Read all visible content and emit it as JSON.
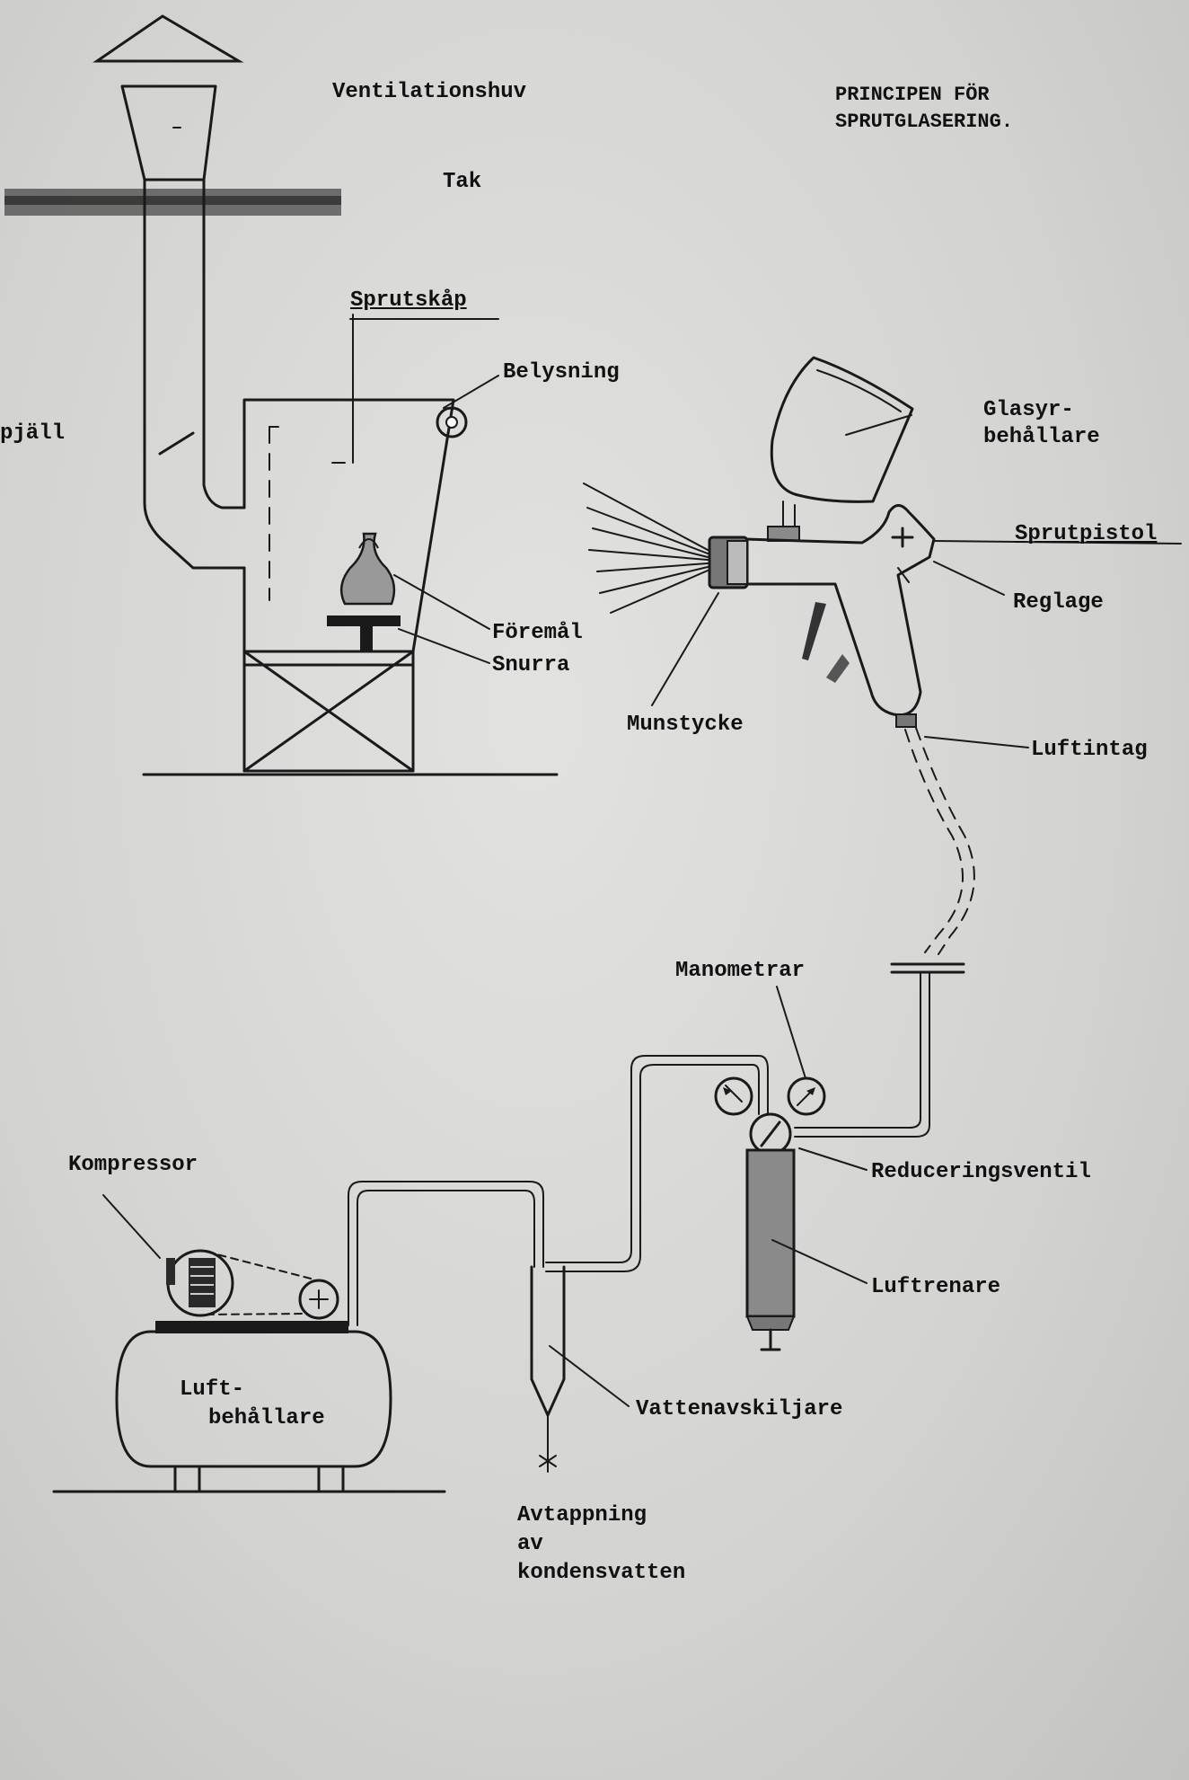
{
  "title": [
    "PRINCIPEN FÖR",
    "SPRUTGLASERING."
  ],
  "labels": {
    "ventilationshuv": "Ventilationshuv",
    "tak": "Tak",
    "sprutskap": "Sprutskåp",
    "belysning": "Belysning",
    "spjall": "pjäll",
    "foremal": "Föremål",
    "snurra": "Snurra",
    "glasyr": [
      "Glasyr-",
      "behållare"
    ],
    "sprutpistol": "Sprutpistol",
    "reglage": "Reglage",
    "munstycke": "Munstycke",
    "luftintag": "Luftintag",
    "manometrar": "Manometrar",
    "reduceringsventil": "Reduceringsventil",
    "luftrenare": "Luftrenare",
    "kompressor": "Kompressor",
    "luftbehallare": [
      "Luft-",
      "behållare"
    ],
    "vattenavskiljare": "Vattenavskiljare",
    "avtappning": [
      "Avtappning",
      "av",
      "kondensvatten"
    ]
  }
}
